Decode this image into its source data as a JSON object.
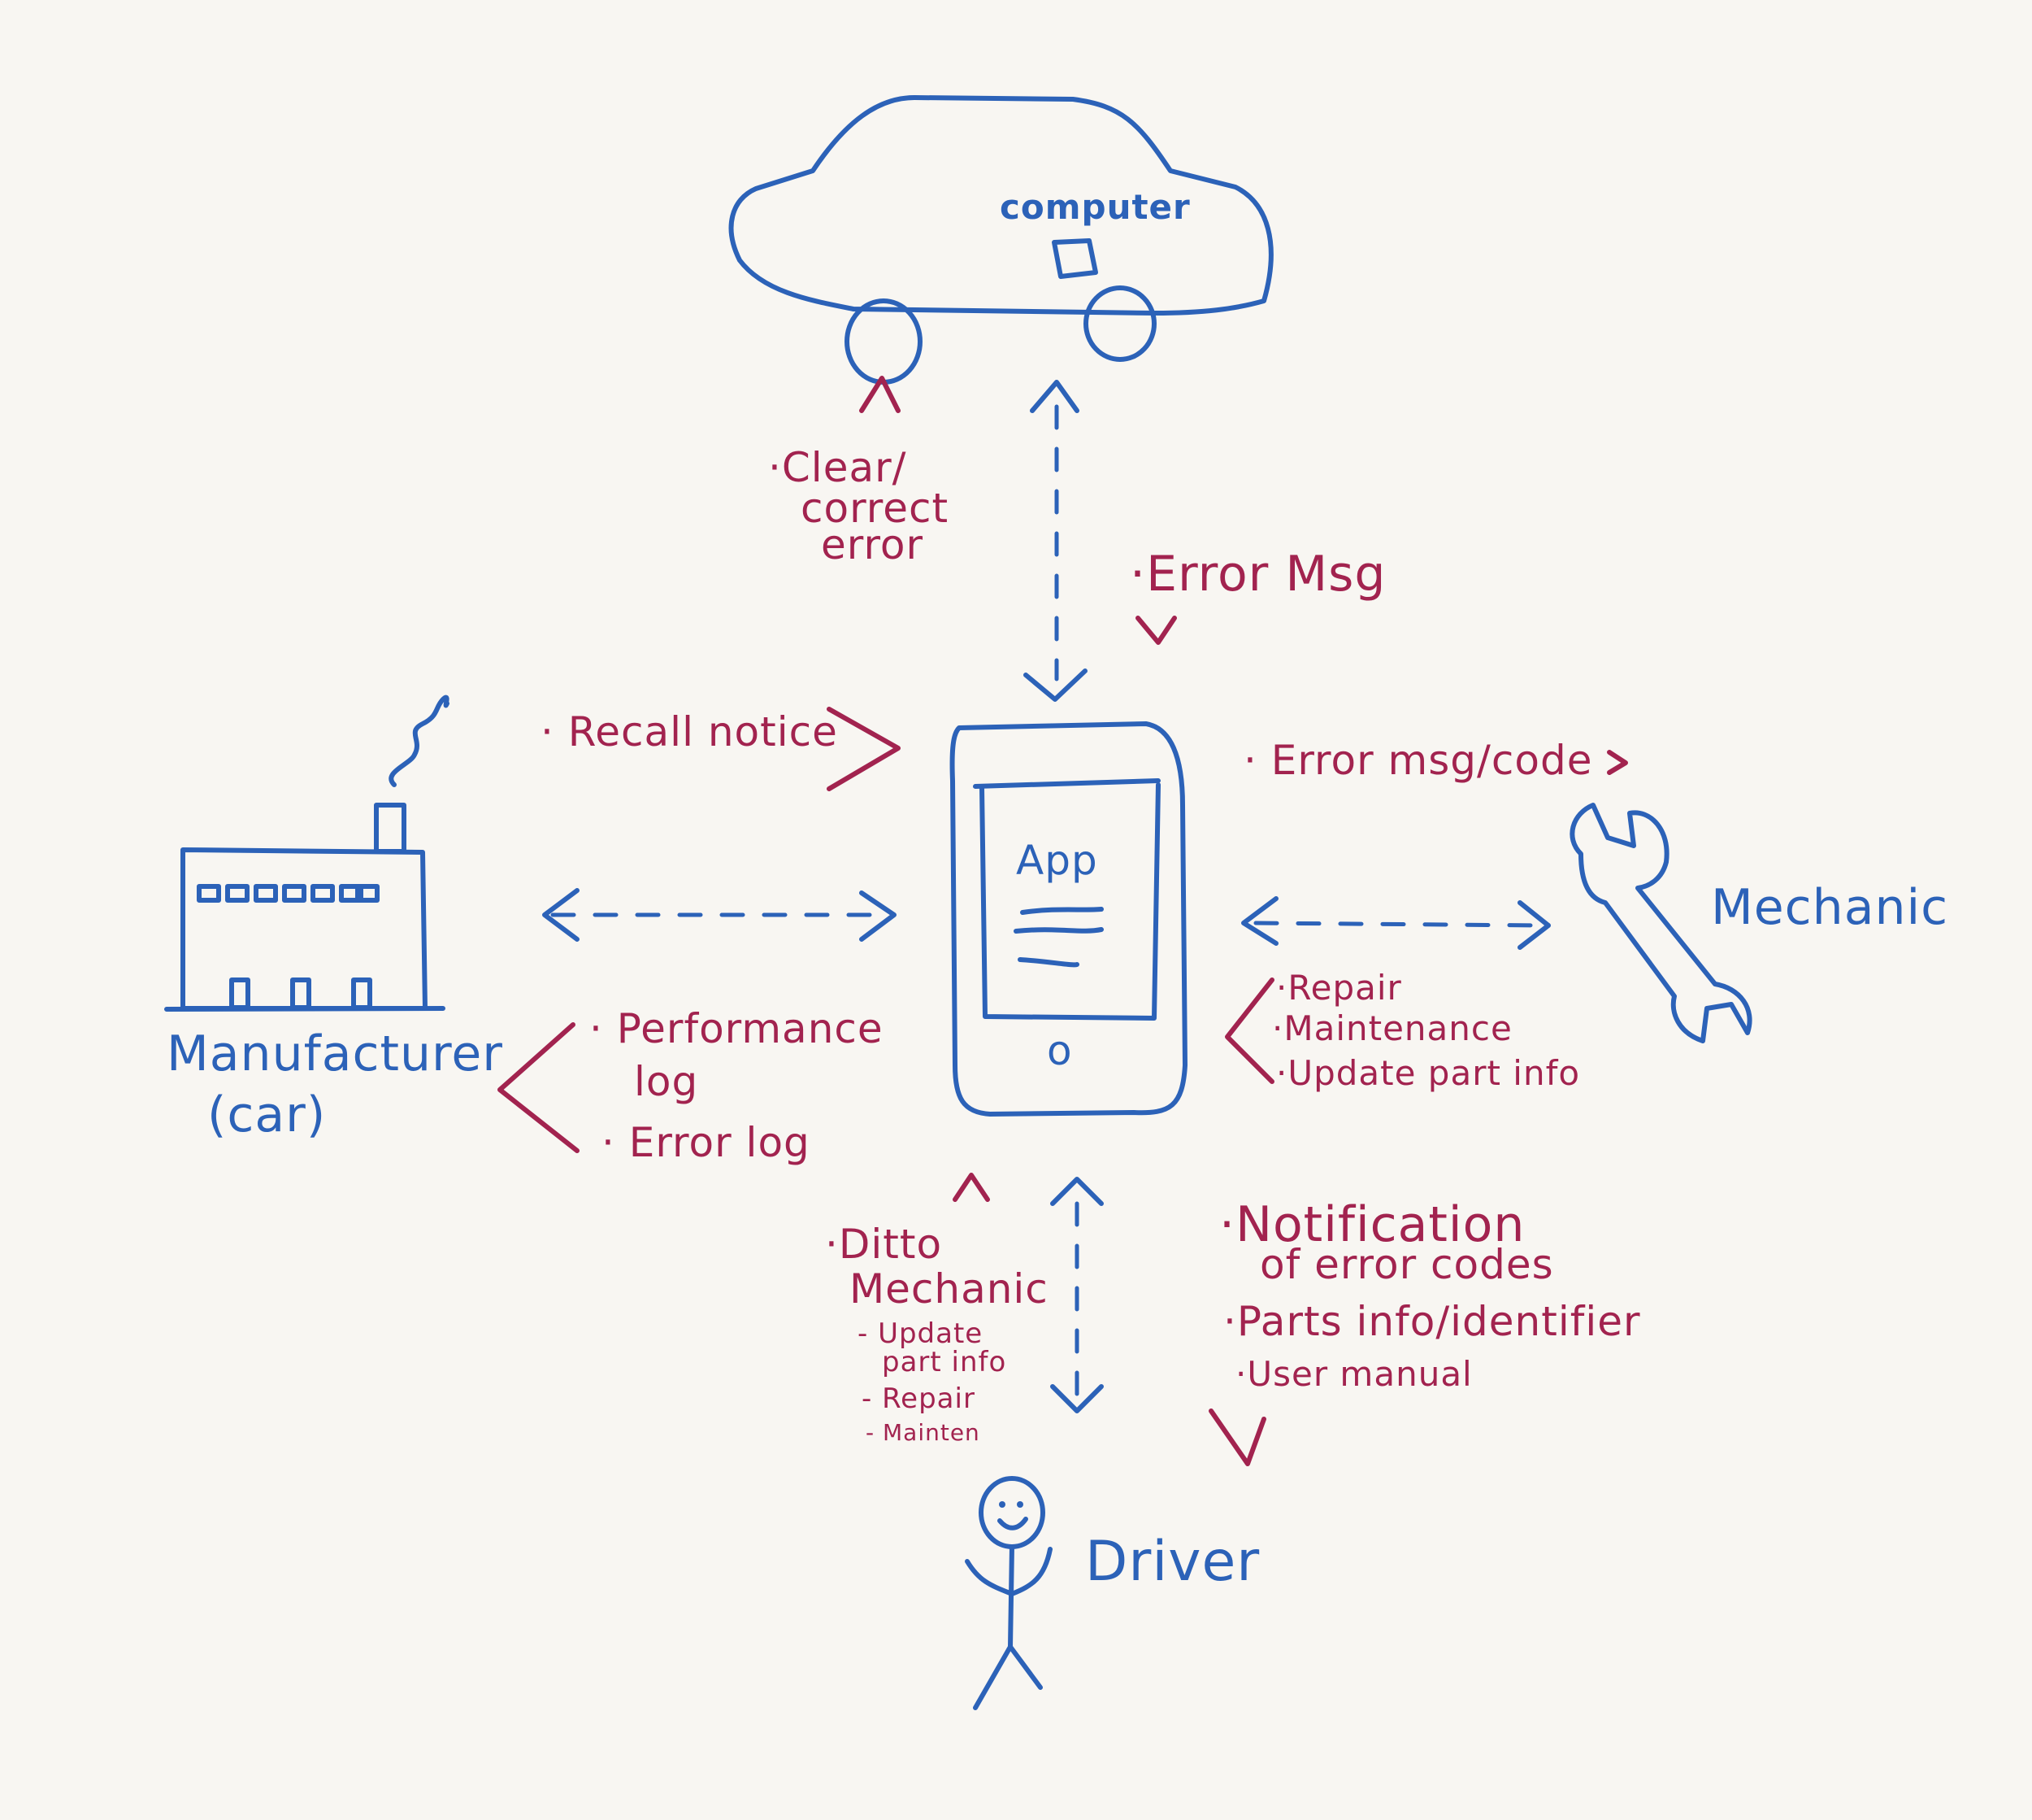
{
  "colors": {
    "board": "#f8f6f2",
    "blue_marker": "#2c62b8",
    "red_marker": "#a2234f"
  },
  "icons": [
    "car-icon",
    "car-computer-icon",
    "factory-icon",
    "smoke-icon",
    "phone-icon",
    "wrench-icon",
    "stick-figure-icon"
  ],
  "car": {
    "computer_label": "computer"
  },
  "phone": {
    "app_label": "App",
    "home_button": "o"
  },
  "car_to_app": {
    "label": "·Error Msg"
  },
  "app_to_car": {
    "lines": [
      "·Clear/",
      "correct",
      "error"
    ]
  },
  "manufacturer": {
    "name": "Manufacturer",
    "sub": "(car)"
  },
  "manufacturer_to_app": {
    "label": "· Recall notice"
  },
  "app_to_manufacturer": {
    "items": [
      "· Performance",
      "log",
      "· Error log"
    ]
  },
  "mechanic": {
    "name": "Mechanic"
  },
  "app_to_mechanic": {
    "label": "· Error msg/code"
  },
  "mechanic_to_app": {
    "items": [
      "·Repair",
      "·Maintenance",
      "·Update part info"
    ]
  },
  "driver": {
    "name": "Driver"
  },
  "driver_to_app": {
    "lines": [
      "·Ditto",
      "Mechanic"
    ],
    "sub_items": [
      "- Update",
      "part info",
      "- Repair",
      "- Mainten"
    ]
  },
  "app_to_driver": {
    "items": [
      "·Notification",
      "of error codes",
      "·Parts info/identifier",
      "·User manual"
    ]
  }
}
